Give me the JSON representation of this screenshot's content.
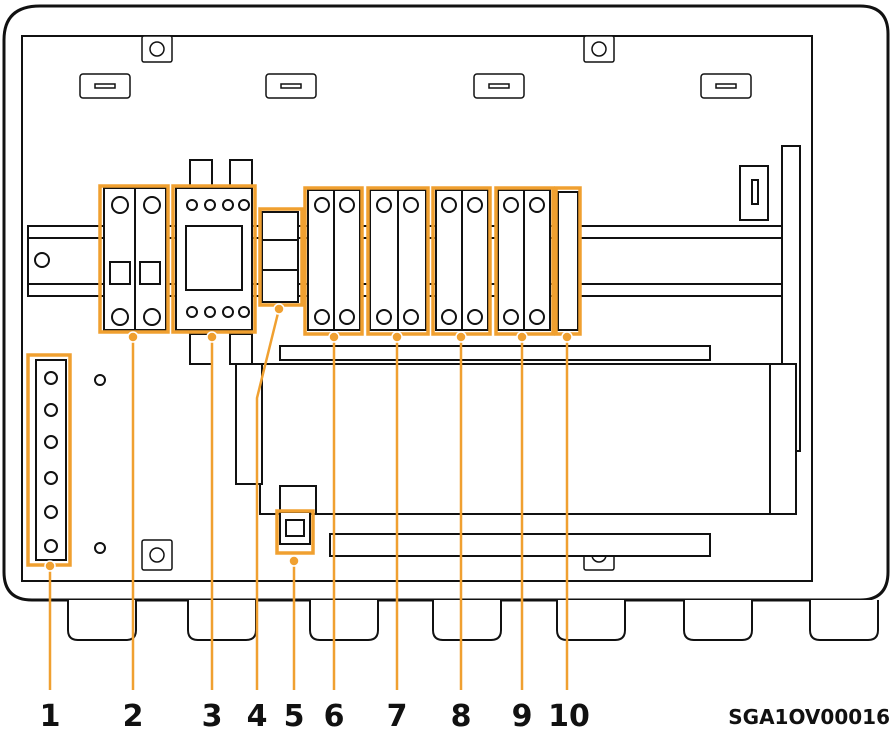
{
  "callouts": [
    "1",
    "2",
    "3",
    "4",
    "5",
    "6",
    "7",
    "8",
    "9",
    "10"
  ],
  "doc_code": "SGA1OV00016",
  "colors": {
    "highlight": "#F0A030",
    "line": "#111111",
    "background": "#ffffff"
  }
}
